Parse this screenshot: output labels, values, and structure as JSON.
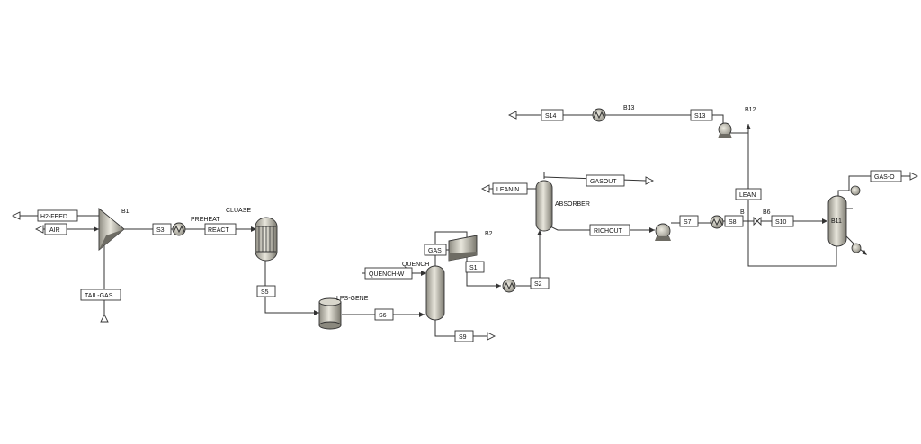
{
  "diagram": {
    "blocks": {
      "mixer": "B1",
      "preheat": "PREHEAT",
      "reactor": "CLUASE",
      "boiler": "LPS-GENE",
      "quench": "QUENCH",
      "compressor": "B2",
      "absorber": "ABSORBER",
      "pump_b12": "B12",
      "cooler_b13": "B13",
      "block_b": "B",
      "valve_b6": "B6",
      "column_b11": "B11"
    },
    "streams": {
      "h2_feed": "H2-FEED",
      "air": "AIR",
      "tail_gas": "TAIL-GAS",
      "s3": "S3",
      "react": "REACT",
      "s5": "S5",
      "s6": "S6",
      "quench_w": "QUENCH-W",
      "gas": "GAS",
      "s1": "S1",
      "s2": "S2",
      "s9": "S9",
      "leanin": "LEANIN",
      "gasout": "GASOUT",
      "richout": "RICHOUT",
      "s7": "S7",
      "s8": "S8",
      "s10": "S10",
      "lean": "LEAN",
      "s13": "S13",
      "s14": "S14",
      "gas_o": "GAS-O"
    }
  },
  "colors": {
    "line": "#333333",
    "equipment_light": "#e8e6dc",
    "equipment_dark": "#8e8c82",
    "background": "#ffffff"
  }
}
